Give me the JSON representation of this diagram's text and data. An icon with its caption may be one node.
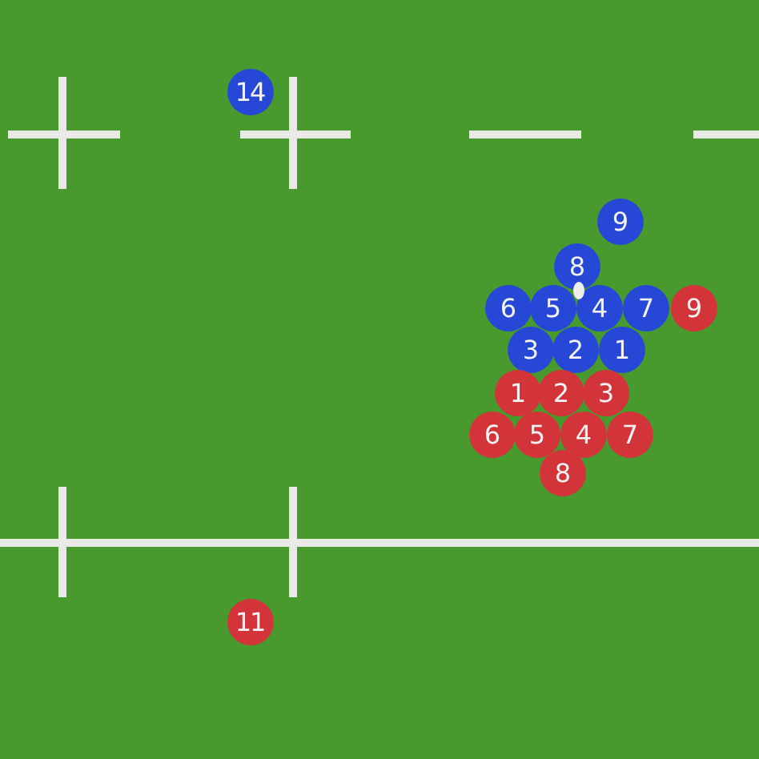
{
  "diagram": {
    "nodes": [
      {
        "text": [
          "14"
        ]
      },
      {
        "text": [
          "9"
        ]
      },
      {
        "text": [
          "8"
        ]
      },
      {
        "text": [
          "6"
        ]
      },
      {
        "text": [
          "5"
        ]
      },
      {
        "text": [
          "4"
        ]
      },
      {
        "text": [
          "7"
        ]
      },
      {
        "text": [
          "9"
        ]
      },
      {
        "text": [
          "3"
        ]
      },
      {
        "text": [
          "2"
        ]
      },
      {
        "text": [
          "1"
        ]
      },
      {
        "text": [
          "1"
        ]
      },
      {
        "text": [
          "2"
        ]
      },
      {
        "text": [
          "3"
        ]
      },
      {
        "text": [
          "6"
        ]
      },
      {
        "text": [
          "5"
        ]
      },
      {
        "text": [
          "4"
        ]
      },
      {
        "text": [
          "7"
        ]
      },
      {
        "text": [
          "8"
        ]
      },
      {
        "text": [
          "11"
        ]
      }
    ]
  }
}
